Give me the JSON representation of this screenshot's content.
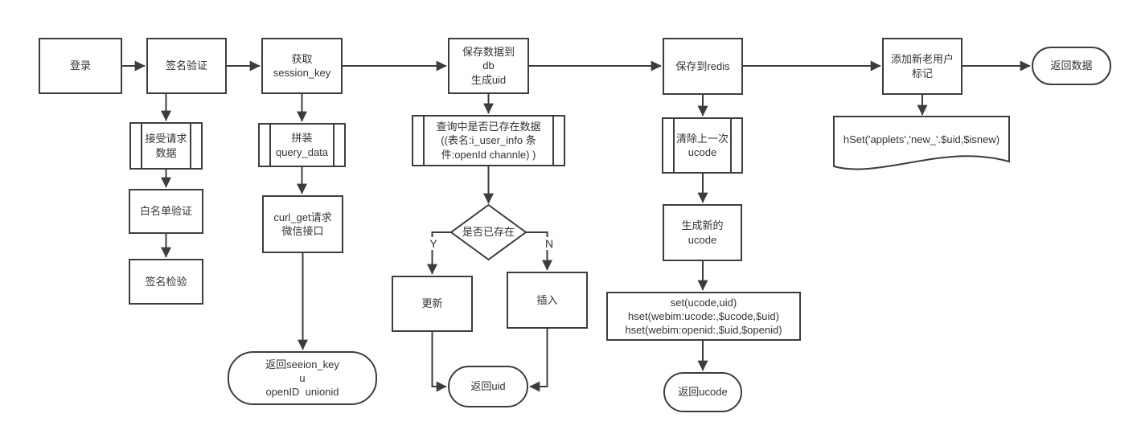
{
  "colors": {
    "stroke": "#3d3d3d",
    "text": "#333333",
    "background": "#ffffff"
  },
  "nodes": {
    "login": {
      "label": "登录",
      "type": "process"
    },
    "sign_verify": {
      "label": "签名验证",
      "type": "process"
    },
    "get_session_key": {
      "label": "获取\nsession_key",
      "type": "process"
    },
    "save_db": {
      "label": "保存数据到\ndb\n生成uid",
      "type": "process"
    },
    "save_redis": {
      "label": "保存到redis",
      "type": "process"
    },
    "add_user_flag": {
      "label": "添加新老用户\n标记",
      "type": "process"
    },
    "return_data": {
      "label": "返回数据",
      "type": "terminator"
    },
    "accept_request": {
      "label": "接受请求\n数据",
      "type": "predefined"
    },
    "whitelist_verify": {
      "label": "白名单验证",
      "type": "process"
    },
    "sign_check": {
      "label": "签名检验",
      "type": "process"
    },
    "assemble_query": {
      "label": "拼装\nquery_data",
      "type": "predefined"
    },
    "curl_get": {
      "label": "curl_get请求\n微信接口",
      "type": "process"
    },
    "return_session_key": {
      "label": "返回seeion_key\nu\nopenID  unionid",
      "type": "terminator"
    },
    "query_exists": {
      "label": "查询中是否已存在数据\n((表名:i_user_info 条\n件:openId channle) )",
      "type": "predefined"
    },
    "exists_decision": {
      "label": "是否已存在",
      "type": "decision"
    },
    "update": {
      "label": "更新",
      "type": "process"
    },
    "insert": {
      "label": "插入",
      "type": "process"
    },
    "return_uid": {
      "label": "返回uid",
      "type": "terminator"
    },
    "clear_ucode": {
      "label": "清除上一次\nucode",
      "type": "predefined"
    },
    "gen_ucode": {
      "label": "生成新的\nucode",
      "type": "process"
    },
    "redis_commands": {
      "label": "set(ucode,uid)\nhset(webim:ucode:,$ucode,$uid)\nhset(webim:openid:,$uid,$openid)",
      "type": "process"
    },
    "return_ucode": {
      "label": "返回ucode",
      "type": "terminator"
    },
    "hset_doc": {
      "label": "hSet('applets','new_'.$uid,$isnew)",
      "type": "document"
    }
  },
  "branch_labels": {
    "yes": "Y",
    "no": "N"
  }
}
